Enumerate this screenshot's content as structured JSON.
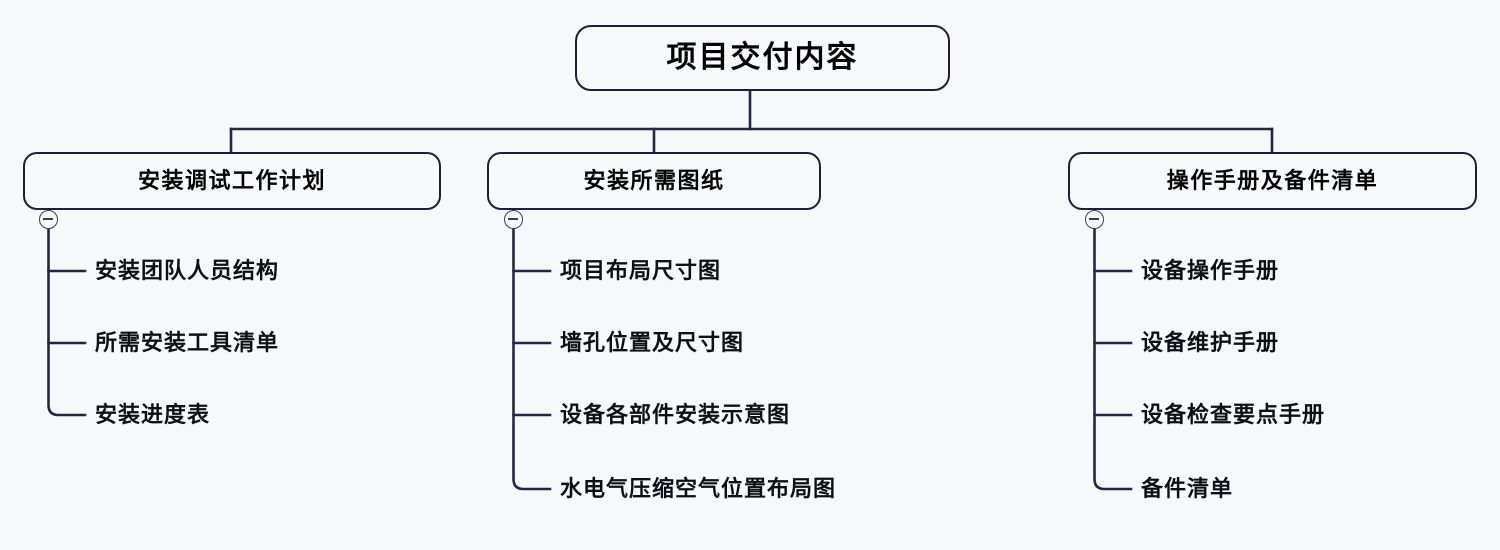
{
  "diagram": {
    "title_node": {
      "label": "项目交付内容"
    },
    "theme": {
      "background": "#f7f8f9",
      "node_fill": "#f8f9fa",
      "node_border": "#1b2036",
      "connector": "#232842",
      "text": "#000000"
    },
    "branches": [
      {
        "label": "安装调试工作计划",
        "toggle": {
          "icon": "minus-circle-icon",
          "state": "expanded"
        },
        "leaves": [
          {
            "label": "安装团队人员结构"
          },
          {
            "label": "所需安装工具清单"
          },
          {
            "label": "安装进度表"
          }
        ]
      },
      {
        "label": "安装所需图纸",
        "toggle": {
          "icon": "minus-circle-icon",
          "state": "expanded"
        },
        "leaves": [
          {
            "label": "项目布局尺寸图"
          },
          {
            "label": "墙孔位置及尺寸图"
          },
          {
            "label": "设备各部件安装示意图"
          },
          {
            "label": "水电气压缩空气位置布局图"
          }
        ]
      },
      {
        "label": "操作手册及备件清单",
        "toggle": {
          "icon": "minus-circle-icon",
          "state": "expanded"
        },
        "leaves": [
          {
            "label": "设备操作手册"
          },
          {
            "label": "设备维护手册"
          },
          {
            "label": "设备检查要点手册"
          },
          {
            "label": "备件清单"
          }
        ]
      }
    ]
  }
}
